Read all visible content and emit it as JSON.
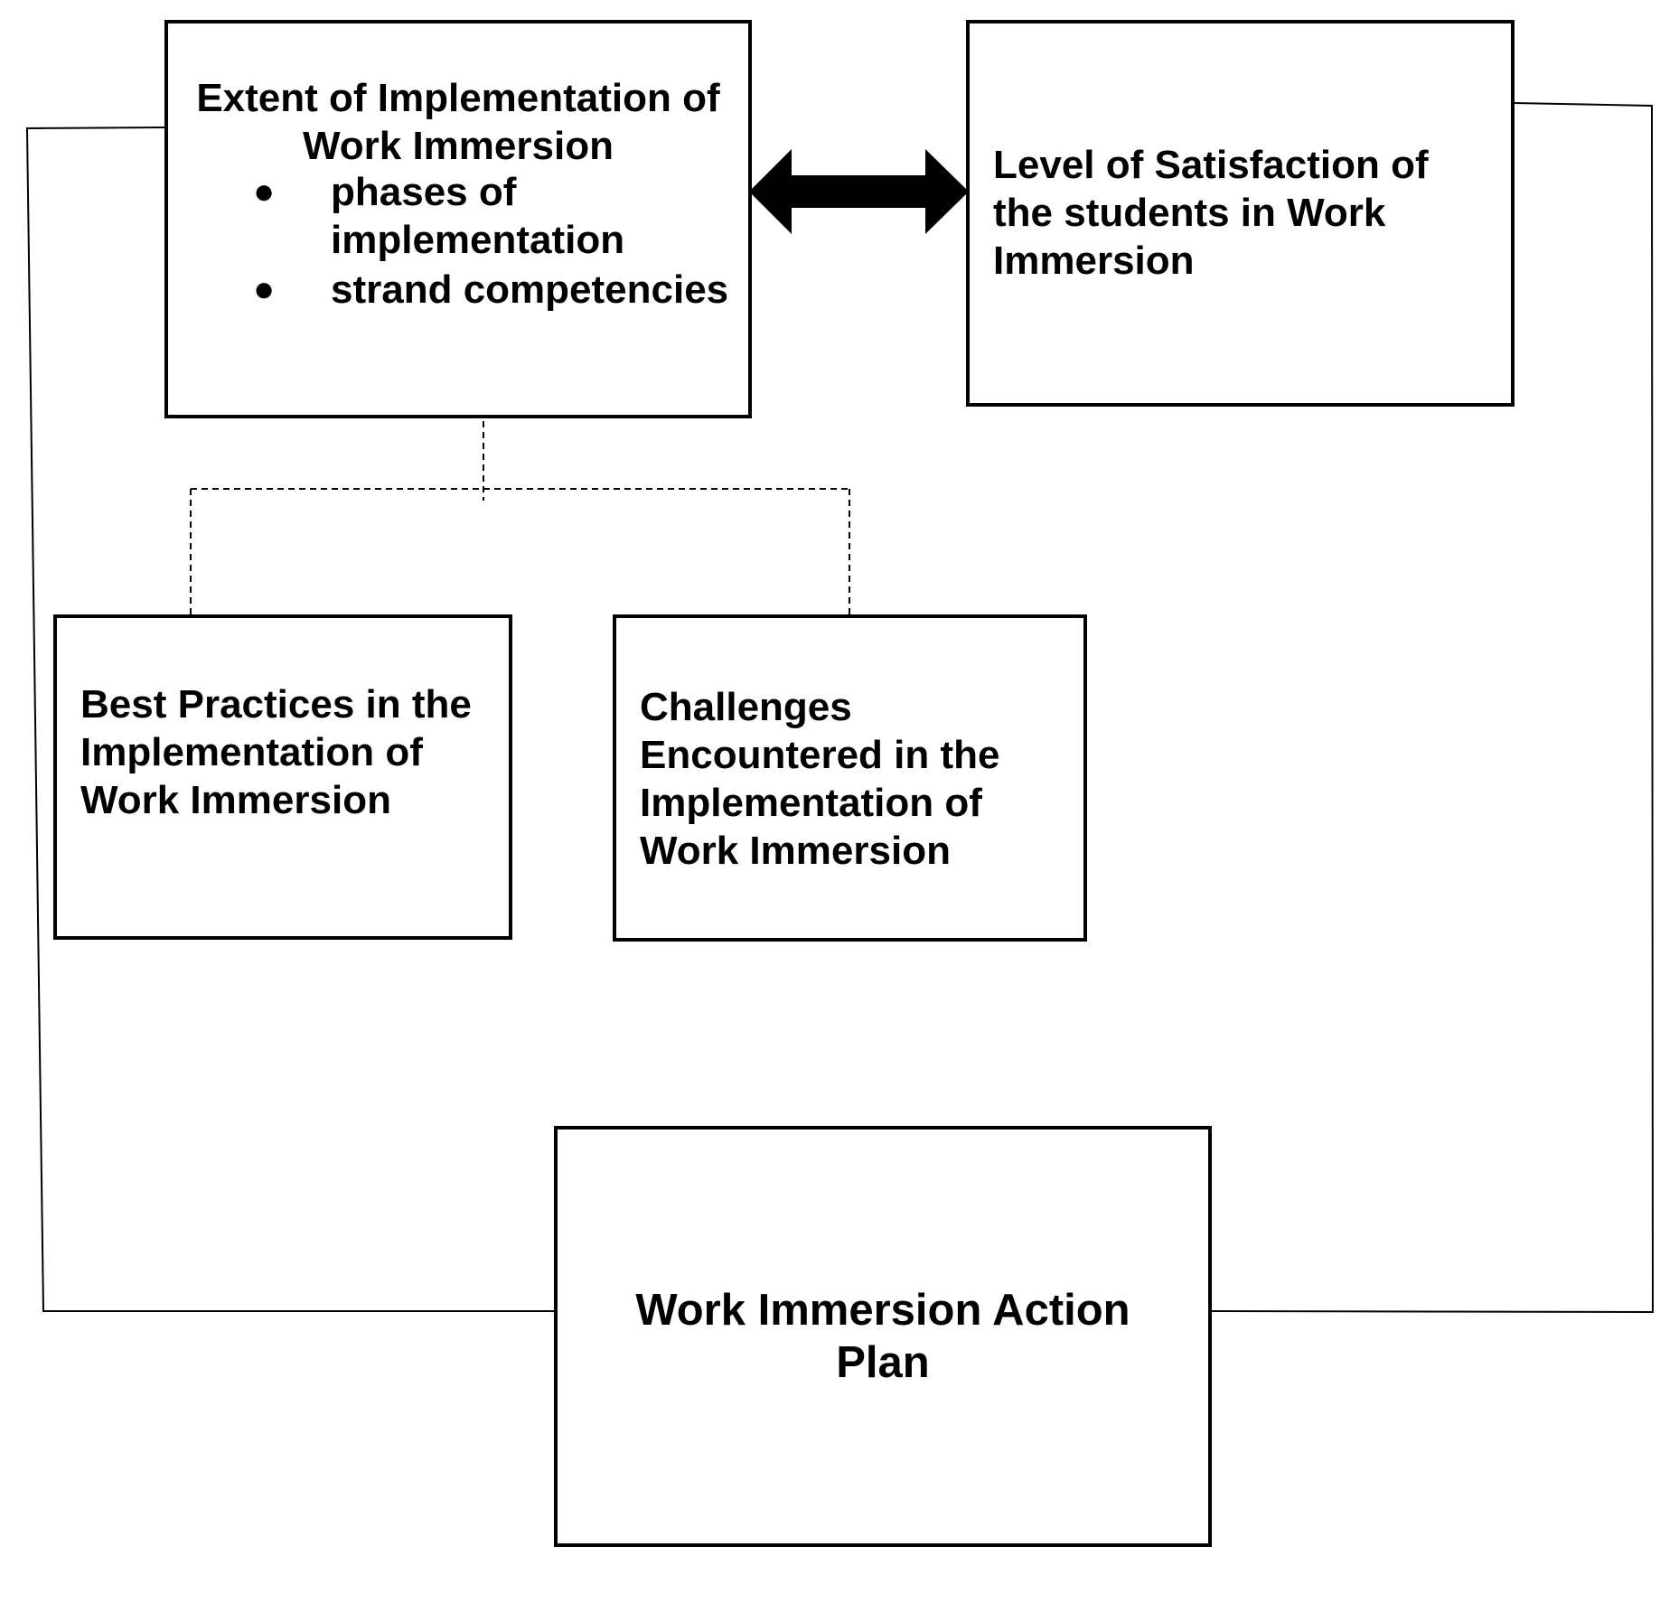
{
  "diagram": {
    "extent_box": {
      "title": "Extent of Implementation of Work Immersion",
      "bullets": [
        {
          "bullet_icon": "bullet-dot-icon",
          "label": "phases of implementation"
        },
        {
          "bullet_icon": "bullet-dot-icon",
          "label": "strand competencies"
        }
      ]
    },
    "satisfaction_box": {
      "text": "Level of Satisfaction of the students in Work Immersion"
    },
    "best_practices_box": {
      "text": "Best Practices in the Implementation of Work Immersion"
    },
    "challenges_box": {
      "text": "Challenges Encountered in the Implementation of Work Immersion"
    },
    "action_plan_box": {
      "text": "Work Immersion Action Plan"
    },
    "connectors": {
      "extent_to_satisfaction": "double-headed-arrow-icon",
      "extent_to_subboxes": "dashed-branch-connector",
      "feedback_loop": "solid-loop-connector"
    },
    "colors": {
      "stroke": "#000000",
      "background": "#ffffff"
    }
  }
}
